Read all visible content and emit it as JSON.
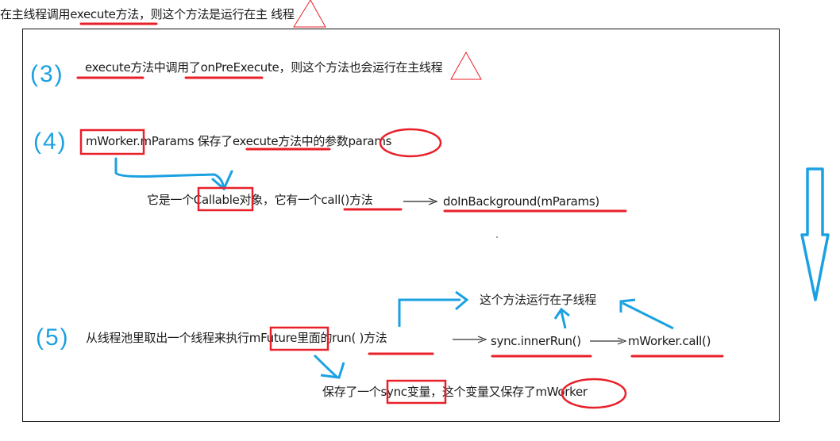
{
  "header_note": "在主线程调用execute方法，则这个方法是运行在主 线程",
  "steps": [
    {
      "number": "(3)",
      "text": "execute方法中调用了onPreExecute，则这个方法也会运行在主线程"
    },
    {
      "number": "(4)",
      "text": "mWorker.mParams 保存了execute方法中的参数params",
      "sub_note": "它是一个Callable对象，它有一个call()方法",
      "sub_target": "doInBackground(mParams)"
    },
    {
      "number": "(5)",
      "text": "从线程池里取出一个线程来执行mFuture里面的run( )方法",
      "chain": [
        "sync.innerRun()",
        "mWorker.call()"
      ],
      "thread_note": "这个方法运行在子线程",
      "sub_note": "保存了一个sync变量，这个变量又保存了mWorker"
    }
  ],
  "colors": {
    "annotation_blue": "#1ba1e2",
    "highlight_red": "#e8202a",
    "text": "#1a1a1a",
    "frame": "#111111"
  },
  "icons": {
    "flow_direction": "down-arrow-icon",
    "caution_marks": "triangle-icon"
  }
}
